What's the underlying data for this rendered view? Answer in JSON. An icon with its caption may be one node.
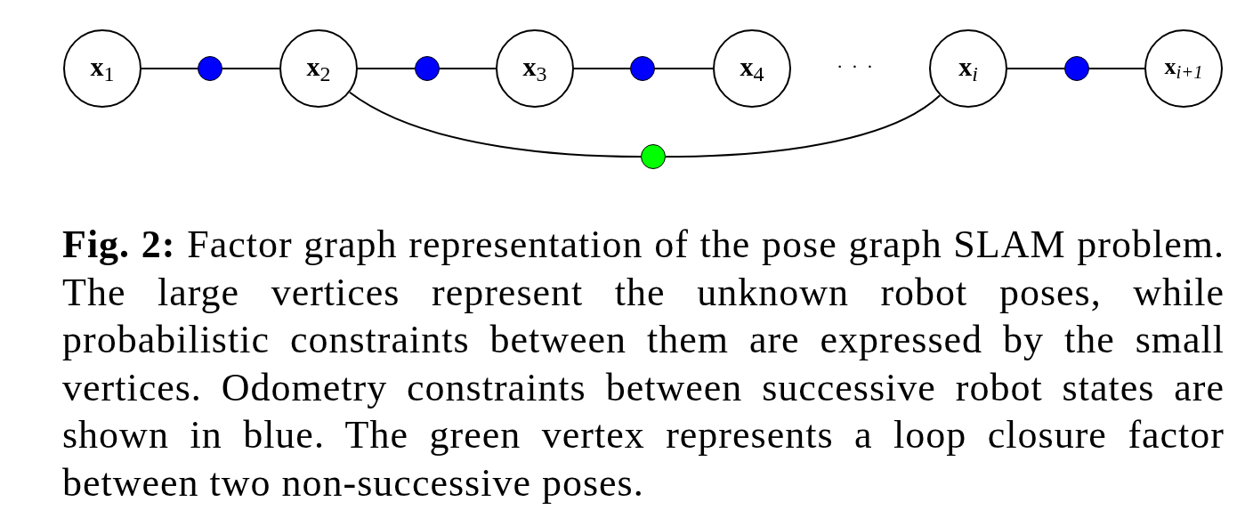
{
  "diagram": {
    "caption": "**Fig. 2:** Factor graph representation of the pose graph SLAM problem. The large vertices represent the unknown robot poses, while probabilistic constraints between them are expressed by the small vertices. Odometry constraints between successive robot states are shown in blue. The green vertex represents a loop closure factor between two non-successive poses.",
    "nodes": [
      {
        "text": [
          "**x**$_{1}$"
        ]
      },
      {
        "text": [],
        "shape": "circle"
      },
      {
        "text": [
          "**x**$_{2}$"
        ]
      },
      {
        "text": [],
        "shape": "circle"
      },
      {
        "text": [
          "**x**$_{3}$"
        ]
      },
      {
        "text": [],
        "shape": "circle"
      },
      {
        "text": [
          "**x**$_{4}$"
        ]
      },
      {
        "text": [
          "**x**$_{i}$"
        ]
      },
      {
        "text": [],
        "shape": "circle"
      },
      {
        "text": [
          "**x**$_{i+1}$"
        ]
      },
      {
        "text": [],
        "shape": "circle"
      }
    ],
    "edges": [
      {
        "from": 0,
        "to": 1,
        "arrow": "none"
      },
      {
        "from": 1,
        "to": 2,
        "arrow": "none"
      },
      {
        "from": 2,
        "to": 3,
        "arrow": "none"
      },
      {
        "from": 3,
        "to": 4,
        "arrow": "none"
      },
      {
        "from": 4,
        "to": 5,
        "arrow": "none"
      },
      {
        "from": 5,
        "to": 6,
        "arrow": "none"
      },
      {
        "from": 7,
        "to": 8,
        "arrow": "none"
      },
      {
        "from": 8,
        "to": 9,
        "arrow": "none"
      },
      {
        "from": 2,
        "to": 10,
        "arrow": "none"
      },
      {
        "from": 10,
        "to": 7,
        "arrow": "none"
      }
    ],
    "labels": [
      "· · ·"
    ]
  }
}
